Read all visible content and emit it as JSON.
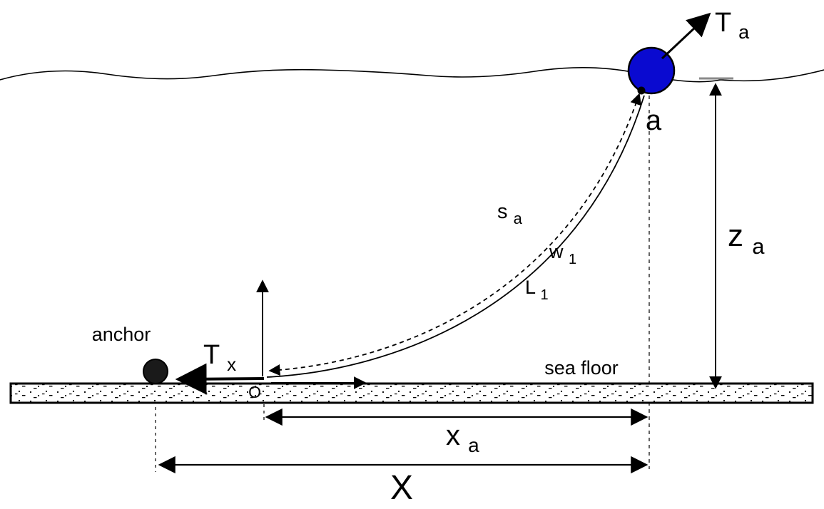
{
  "diagram": {
    "description": "Catenary mooring line diagram: anchored chain rising from sea floor to a surface buoy",
    "colors": {
      "buoy_fill": "#0a0ad0",
      "line_color": "#000000",
      "background": "#ffffff"
    },
    "labels": {
      "tension_top": {
        "main": "T",
        "sub": "a"
      },
      "attachment_point": "a",
      "arc_length": {
        "main": "s",
        "sub": "a"
      },
      "unit_weight": {
        "main": "w",
        "sub": "1"
      },
      "line_length": {
        "main": "L",
        "sub": "1"
      },
      "buoy_depth": {
        "main": "z",
        "sub": "a"
      },
      "tension_horizontal": {
        "main": "T",
        "sub": "x"
      },
      "origin": "O",
      "anchor": "anchor",
      "sea_floor": "sea floor",
      "horizontal_distance": {
        "main": "x",
        "sub": "a"
      },
      "total_distance": "X"
    }
  }
}
